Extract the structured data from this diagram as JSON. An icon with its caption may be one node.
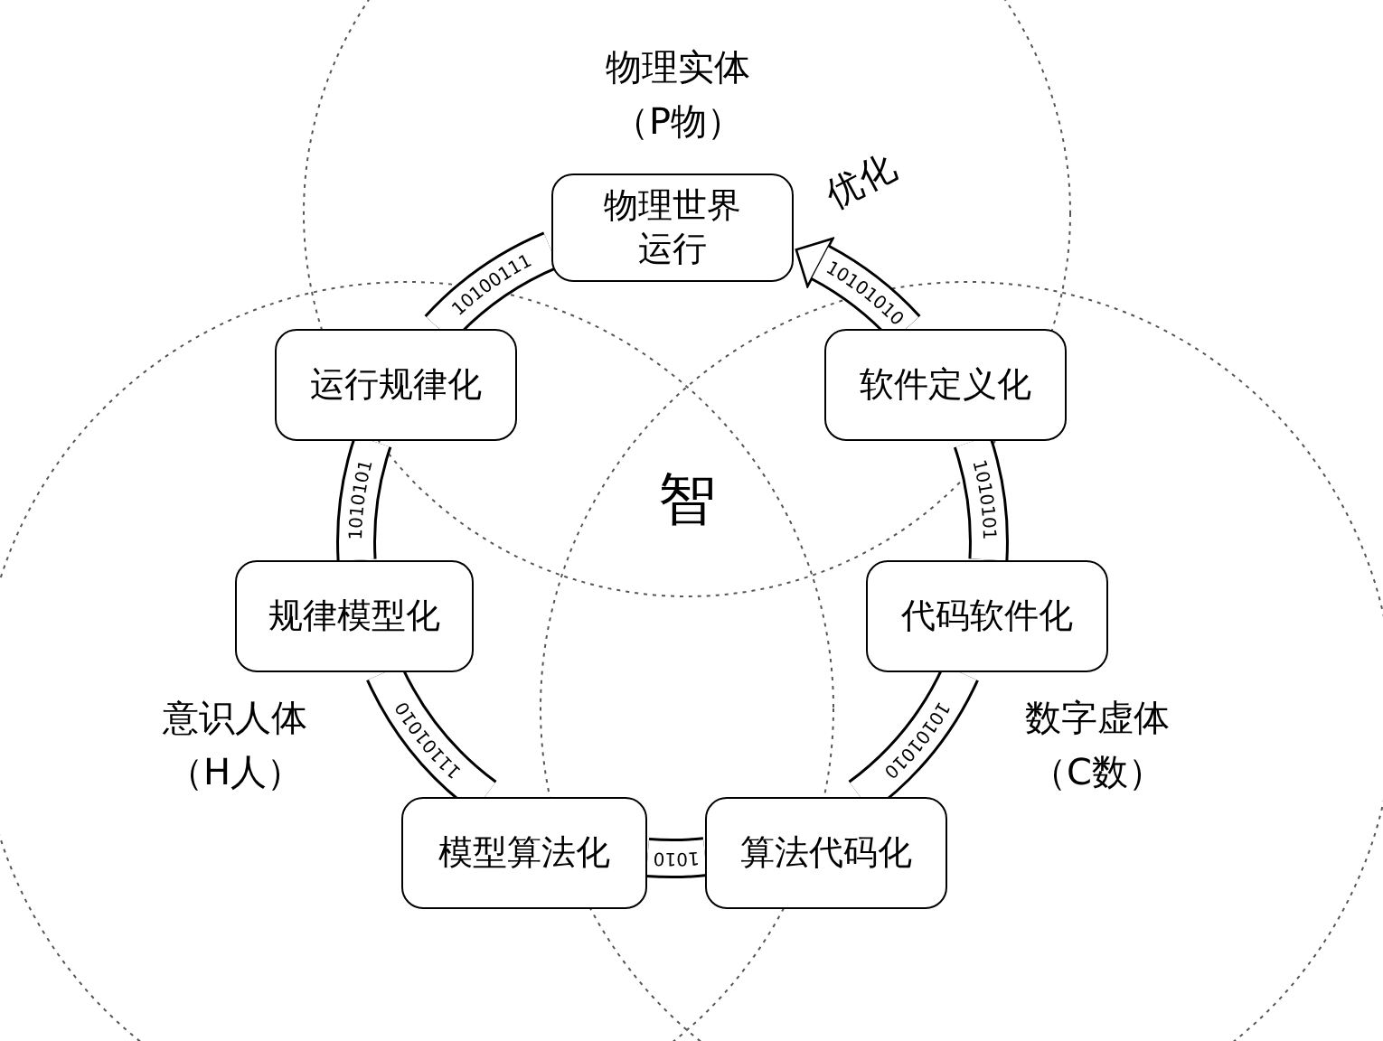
{
  "diagram": {
    "nodes": [
      {
        "text": [
          "物理世界运行"
        ]
      },
      {
        "text": [
          "运行规律化"
        ]
      },
      {
        "text": [
          "软件定义化"
        ]
      },
      {
        "text": [
          "规律模型化"
        ]
      },
      {
        "text": [
          "代码软件化"
        ]
      },
      {
        "text": [
          "模型算法化"
        ]
      },
      {
        "text": [
          "算法代码化"
        ]
      }
    ],
    "edges": [
      {
        "from": 0,
        "to": 1,
        "arrow": "none"
      },
      {
        "from": 1,
        "to": 3,
        "arrow": "none"
      },
      {
        "from": 3,
        "to": 5,
        "arrow": "none"
      },
      {
        "from": 5,
        "to": 6,
        "arrow": "none"
      },
      {
        "from": 6,
        "to": 4,
        "arrow": "none"
      },
      {
        "from": 4,
        "to": 2,
        "arrow": "none"
      },
      {
        "from": 2,
        "to": 0,
        "arrow": "to",
        "label": "优化"
      }
    ],
    "labels": [
      "物理实体（P物）",
      "10100111",
      "10101010",
      "1010101",
      "1010101",
      "智",
      "意识人体（H人）",
      "11101010",
      "10101010",
      "数字虚体（C数）",
      "1010"
    ]
  }
}
